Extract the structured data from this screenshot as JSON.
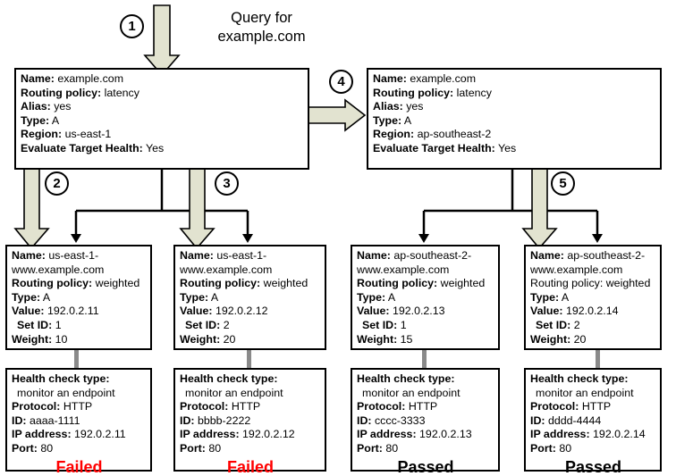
{
  "diagram": {
    "title_note": "Query for example.com",
    "query_label_line1": "Query for",
    "query_label_line2": "example.com",
    "arrow_color": "#e2e3d0",
    "arrow_stroke": "#000000",
    "connector_color": "#000000",
    "failed_color": "#ff0000",
    "passed_color": "#000000"
  },
  "steps": {
    "s1": "1",
    "s2": "2",
    "s3": "3",
    "s4": "4",
    "s5": "5"
  },
  "alias_records": [
    {
      "name_label": "Name:",
      "name_value": "example.com",
      "policy_label": "Routing policy:",
      "policy_value": "latency",
      "alias_label": "Alias:",
      "alias_value": "yes",
      "type_label": "Type:",
      "type_value": "A",
      "region_label": "Region:",
      "region_value": "us-east-1",
      "eth_label": "Evaluate Target Health:",
      "eth_value": "Yes"
    },
    {
      "name_label": "Name:",
      "name_value": "example.com",
      "policy_label": "Routing policy:",
      "policy_value": "latency",
      "alias_label": "Alias:",
      "alias_value": "yes",
      "type_label": "Type:",
      "type_value": "A",
      "region_label": "Region:",
      "region_value": "ap-southeast-2",
      "eth_label": "Evaluate Target Health:",
      "eth_value": "Yes"
    }
  ],
  "weighted_records": [
    {
      "name_label": "Name:",
      "name_value": "us-east-1-",
      "name_value_line2": "www.example.com",
      "policy_label": "Routing policy:",
      "policy_value": "weighted",
      "type_label": "Type:",
      "type_value": "A",
      "value_label": "Value:",
      "value_value": "192.0.2.11",
      "setid_label": "Set ID:",
      "setid_value": "1",
      "weight_label": "Weight:",
      "weight_value": "10"
    },
    {
      "name_label": "Name:",
      "name_value": "us-east-1-",
      "name_value_line2": "www.example.com",
      "policy_label": "Routing policy:",
      "policy_value": "weighted",
      "type_label": "Type:",
      "type_value": "A",
      "value_label": "Value:",
      "value_value": "192.0.2.12",
      "setid_label": "Set ID:",
      "setid_value": "2",
      "weight_label": "Weight:",
      "weight_value": "20"
    },
    {
      "name_label": "Name:",
      "name_value": "ap-southeast-2-",
      "name_value_line2": "www.example.com",
      "policy_label": "Routing policy:",
      "policy_value": "weighted",
      "type_label": "Type:",
      "type_value": "A",
      "value_label": "Value:",
      "value_value": "192.0.2.13",
      "setid_label": "Set ID:",
      "setid_value": "1",
      "weight_label": "Weight:",
      "weight_value": "15"
    },
    {
      "name_label": "Name:",
      "name_value": "ap-southeast-2-",
      "name_value_line2": "www.example.com",
      "policy_label": "Routing policy:",
      "policy_value": "weighted",
      "type_label": "Type:",
      "type_value": "A",
      "value_label": "Value:",
      "value_value": "192.0.2.14",
      "setid_label": "Set ID:",
      "setid_value": "2",
      "weight_label": "Weight:",
      "weight_value": "20"
    }
  ],
  "health_checks": [
    {
      "type_label": "Health check type:",
      "type_value": "monitor an endpoint",
      "protocol_label": "Protocol:",
      "protocol_value": "HTTP",
      "id_label": "ID:",
      "id_value": "aaaa-1111",
      "ip_label": "IP address:",
      "ip_value": "192.0.2.11",
      "port_label": "Port:",
      "port_value": "80",
      "status": "Failed",
      "status_state": "failed"
    },
    {
      "type_label": "Health check type:",
      "type_value": "monitor an endpoint",
      "protocol_label": "Protocol:",
      "protocol_value": "HTTP",
      "id_label": "ID:",
      "id_value": "bbbb-2222",
      "ip_label": "IP address:",
      "ip_value": "192.0.2.12",
      "port_label": "Port:",
      "port_value": "80",
      "status": "Failed",
      "status_state": "failed"
    },
    {
      "type_label": "Health check type:",
      "type_value": "monitor an endpoint",
      "protocol_label": "Protocol:",
      "protocol_value": "HTTP",
      "id_label": "ID:",
      "id_value": "cccc-3333",
      "ip_label": "IP address:",
      "ip_value": "192.0.2.13",
      "port_label": "Port:",
      "port_value": "80",
      "status": "Passed",
      "status_state": "passed"
    },
    {
      "type_label": "Health check type:",
      "type_value": "monitor an endpoint",
      "protocol_label": "Protocol:",
      "protocol_value": "HTTP",
      "id_label": "ID:",
      "id_value": "dddd-4444",
      "ip_label": "IP address:",
      "ip_value": "192.0.2.14",
      "port_label": "Port:",
      "port_value": "80",
      "status": "Passed",
      "status_state": "passed"
    }
  ]
}
